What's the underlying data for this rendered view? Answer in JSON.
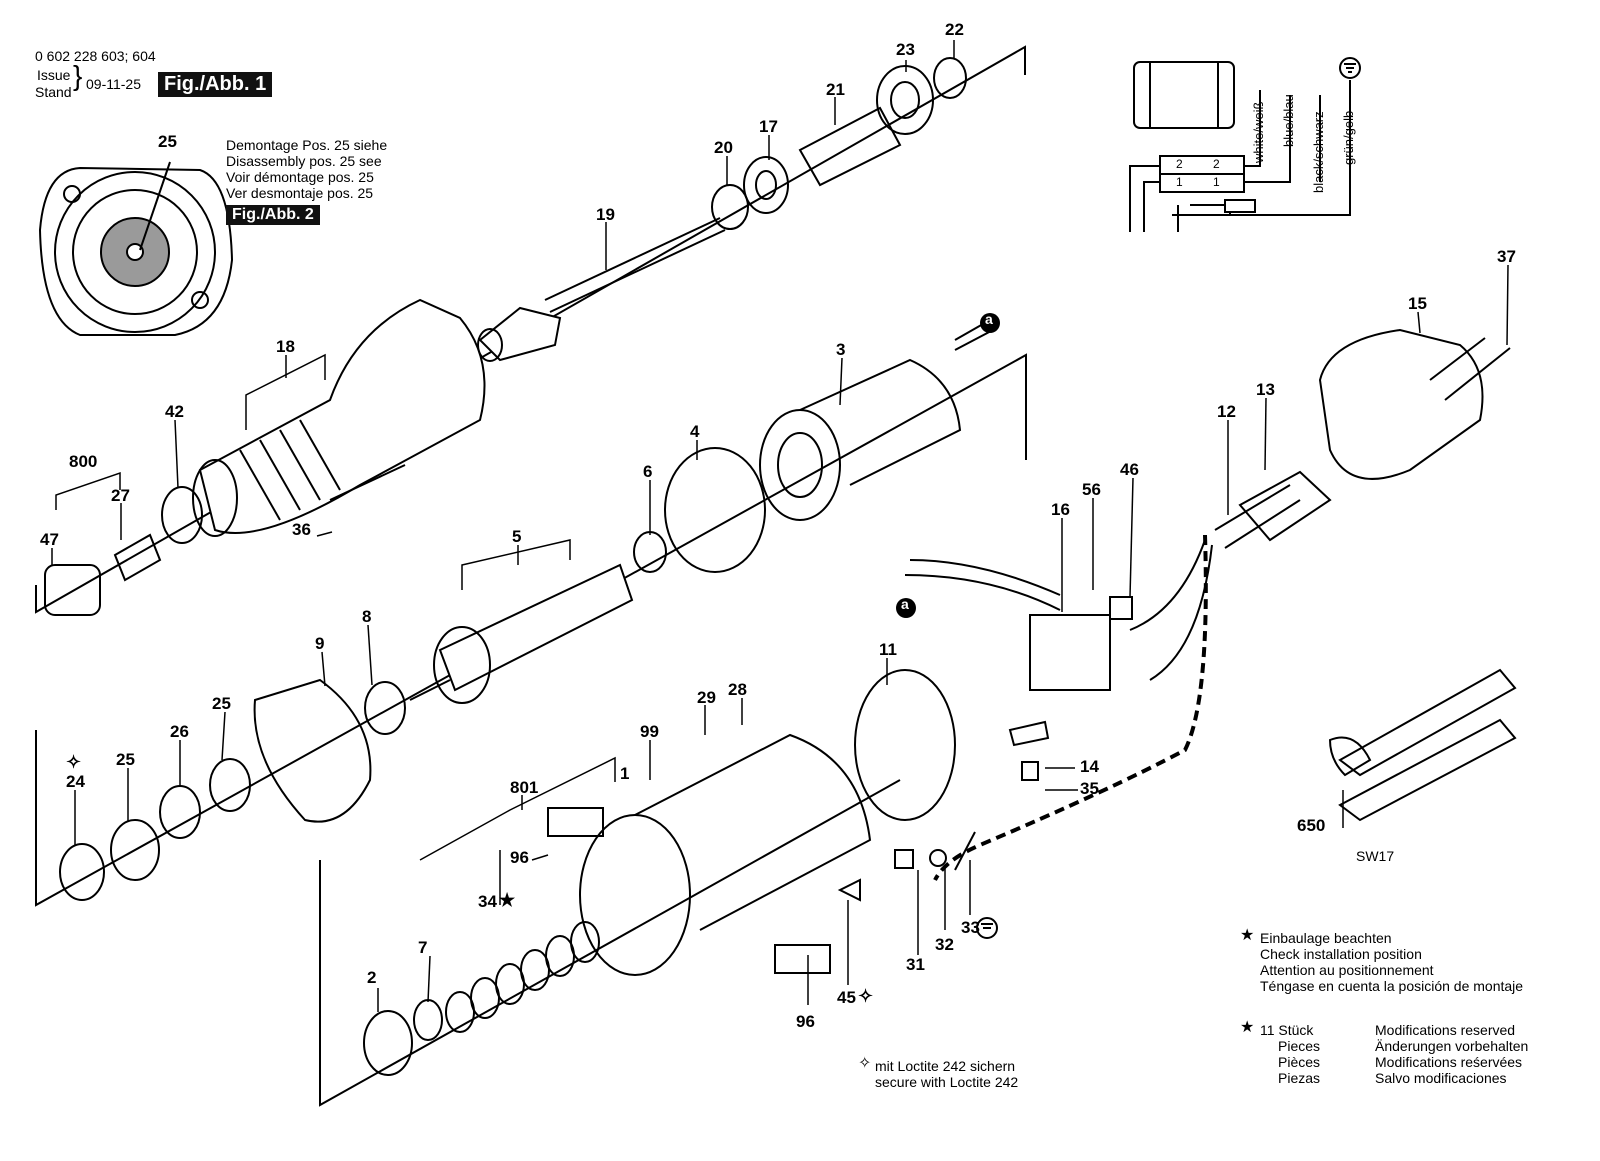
{
  "header": {
    "part_numbers": "0 602 228 603; 604",
    "issue_label": "Issue",
    "stand_label": "Stand",
    "date": "09-11-25",
    "figure_badge": "Fig./Abb. 1"
  },
  "disassembly_note": {
    "lines": [
      "Demontage Pos. 25 siehe",
      "Disassembly pos. 25 see",
      "Voir démontage pos. 25",
      "Ver desmontaje pos. 25"
    ],
    "badge": "Fig./Abb. 2"
  },
  "wiring": {
    "wire_labels": [
      "white/weiß",
      "blue/blau",
      "black/schwarz",
      "grün/gelb"
    ],
    "terminal_top": [
      "2",
      "2"
    ],
    "terminal_bottom": [
      "1",
      "1"
    ]
  },
  "part_labels": {
    "p25a": "25",
    "p22": "22",
    "p23": "23",
    "p21": "21",
    "p20": "20",
    "p17": "17",
    "p19": "19",
    "p18": "18",
    "p42": "42",
    "p800": "800",
    "p27": "27",
    "p47": "47",
    "p36": "36",
    "p3": "3",
    "p4": "4",
    "p6": "6",
    "p5": "5",
    "p37": "37",
    "p15": "15",
    "p13": "13",
    "p12": "12",
    "p46": "46",
    "p56": "56",
    "p16": "16",
    "p11": "11",
    "p8": "8",
    "p9": "9",
    "p25b": "25",
    "p26": "26",
    "p25c": "25",
    "p24": "24",
    "p29": "29",
    "p28": "28",
    "p99": "99",
    "p801": "801",
    "p1": "1",
    "p96a": "96",
    "p34": "34",
    "p14": "14",
    "p35": "35",
    "p650": "650",
    "sw17": "SW17",
    "p7": "7",
    "p2": "2",
    "p31": "31",
    "p32": "32",
    "p33": "33",
    "p45": "45",
    "p96b": "96",
    "wire_a1": "a",
    "wire_a2": "a"
  },
  "legend": {
    "star_lines": [
      "Einbaulage beachten",
      "Check installation position",
      "Attention au positionnement",
      "Téngase en cuenta la posición de montaje"
    ],
    "count_lines": [
      "11 Stück",
      "Pieces",
      "Pièces",
      "Piezas"
    ],
    "mod_lines": [
      "Modifications reserved",
      "Änderungen vorbehalten",
      "Modifications reśervées",
      "Salvo modificaciones"
    ],
    "loctite_lines": [
      "mit Loctite 242 sichern",
      "secure with Loctite 242"
    ]
  },
  "colors": {
    "ink": "#000000",
    "paper": "#ffffff",
    "shade": "#9a9a9a"
  }
}
